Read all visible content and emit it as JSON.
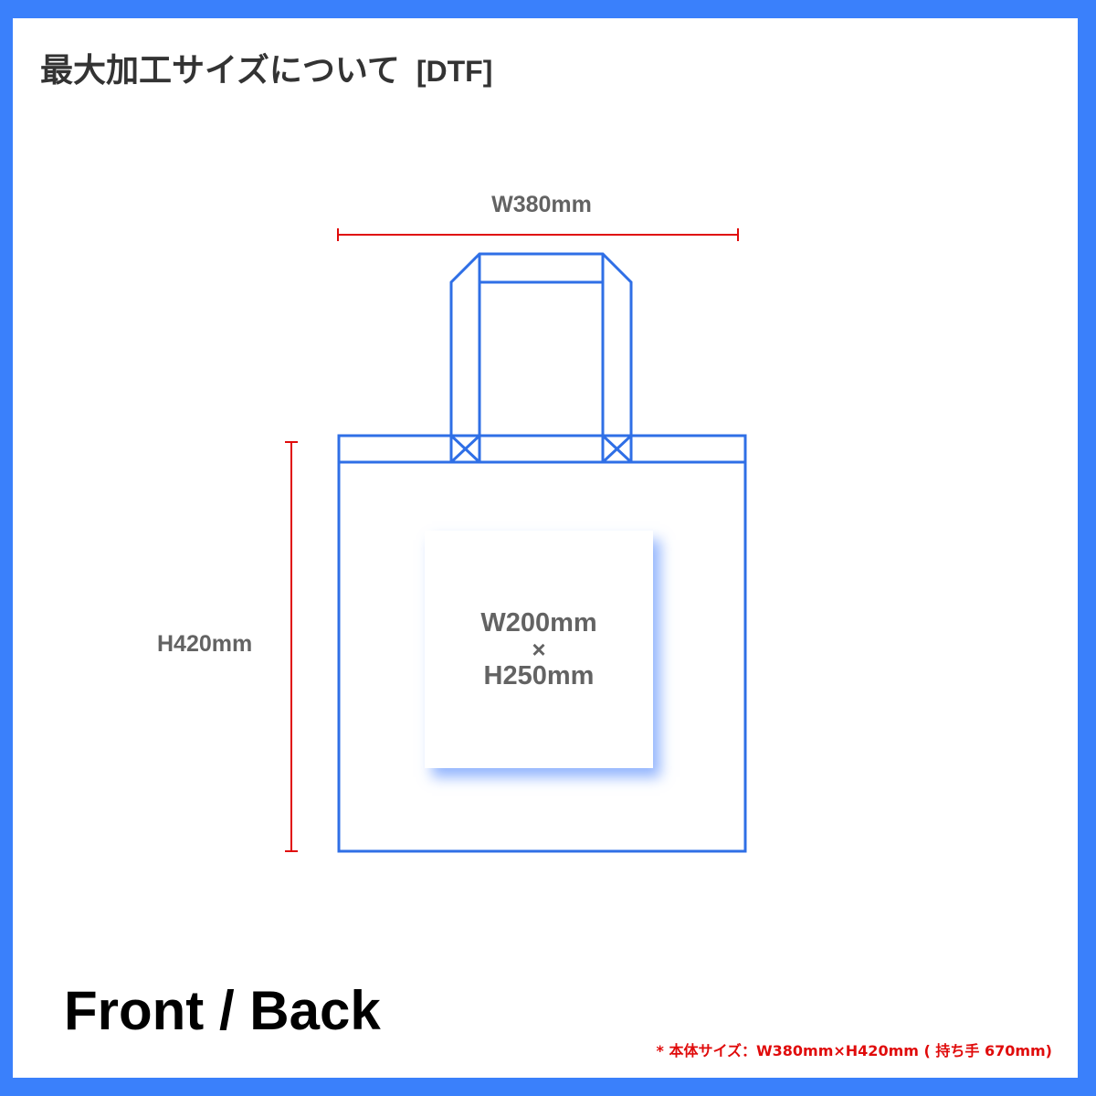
{
  "title": {
    "main": "最大加工サイズについて",
    "tag": "[DTF]"
  },
  "dimensions": {
    "width_label": "W380mm",
    "height_label": "H420mm"
  },
  "print_area": {
    "width": "W200mm",
    "times": "×",
    "height": "H250mm"
  },
  "side_label": "Front / Back",
  "note": "* 本体サイズ：W380mm×H420mm ( 持ち手 670mm)",
  "colors": {
    "frame": "#3a80fb",
    "bag_outline": "#2f6fe6",
    "dimension_line": "#e00b0b",
    "label_gray": "#636363"
  }
}
